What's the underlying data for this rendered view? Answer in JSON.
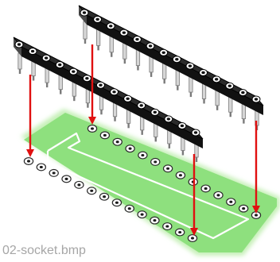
{
  "caption": "02-socket.bmp",
  "colors": {
    "pcb_fill": "#8ee07e",
    "pcb_glow": "#c6f0b8",
    "silkscreen": "#ffffff",
    "pad": "#ffffff",
    "pad_hole": "#1a1a1a",
    "socket_top": "#2b2b2b",
    "socket_front": "#111111",
    "socket_side": "#4a4a4a",
    "socket_pin": "#d6d6d6",
    "socket_pin_shade": "#7a7a7a",
    "arrow": "#e01010"
  },
  "parts": {
    "pcb_name": "pcb-board",
    "socket_rows": [
      "back-socket-strip",
      "front-socket-strip"
    ],
    "pins_per_strip": 14,
    "pads_per_row": 14
  }
}
